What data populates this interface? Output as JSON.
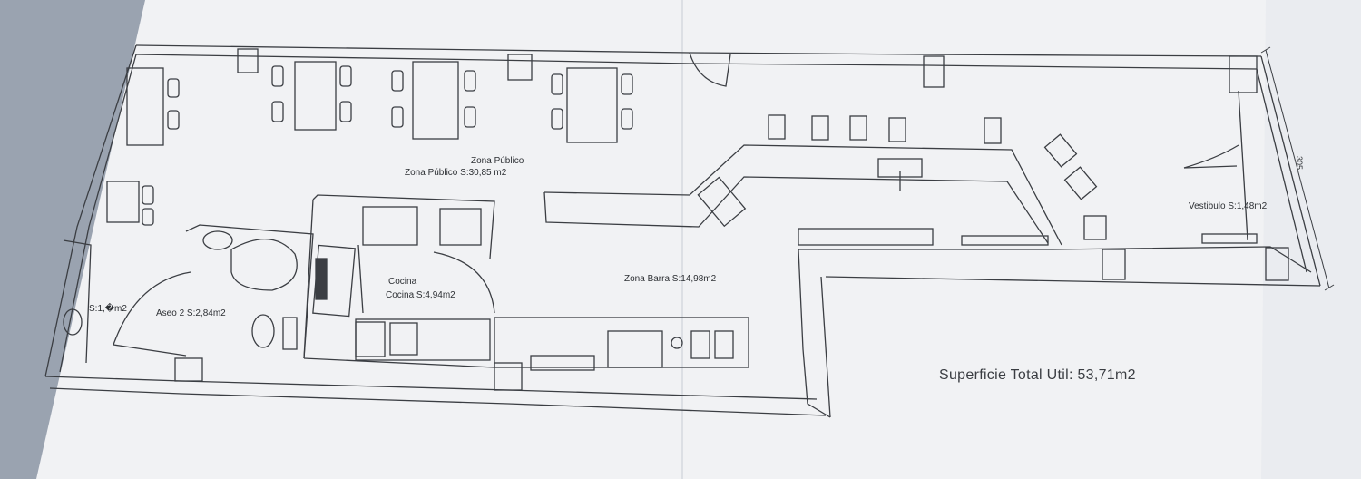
{
  "rooms": {
    "zona_publico_name": "Zona Público",
    "zona_publico_area": "Zona Público S:30,85 m2",
    "cocina_name": "Cocina",
    "cocina_area": "Cocina S:4,94m2",
    "zona_barra_area": "Zona Barra S:14,98m2",
    "aseo2_area": "Aseo 2 S:2,84m2",
    "aseo1_area": "S:1,�m2",
    "vestibulo_area": "Vestibulo S:1,48m2"
  },
  "dimension": {
    "right_side": "305"
  },
  "summary": {
    "total": "Superficie Total Util: 53,71m2"
  },
  "colors": {
    "paper": "#f4f5f7",
    "line": "#3b3e43",
    "background": "#6f7580"
  }
}
